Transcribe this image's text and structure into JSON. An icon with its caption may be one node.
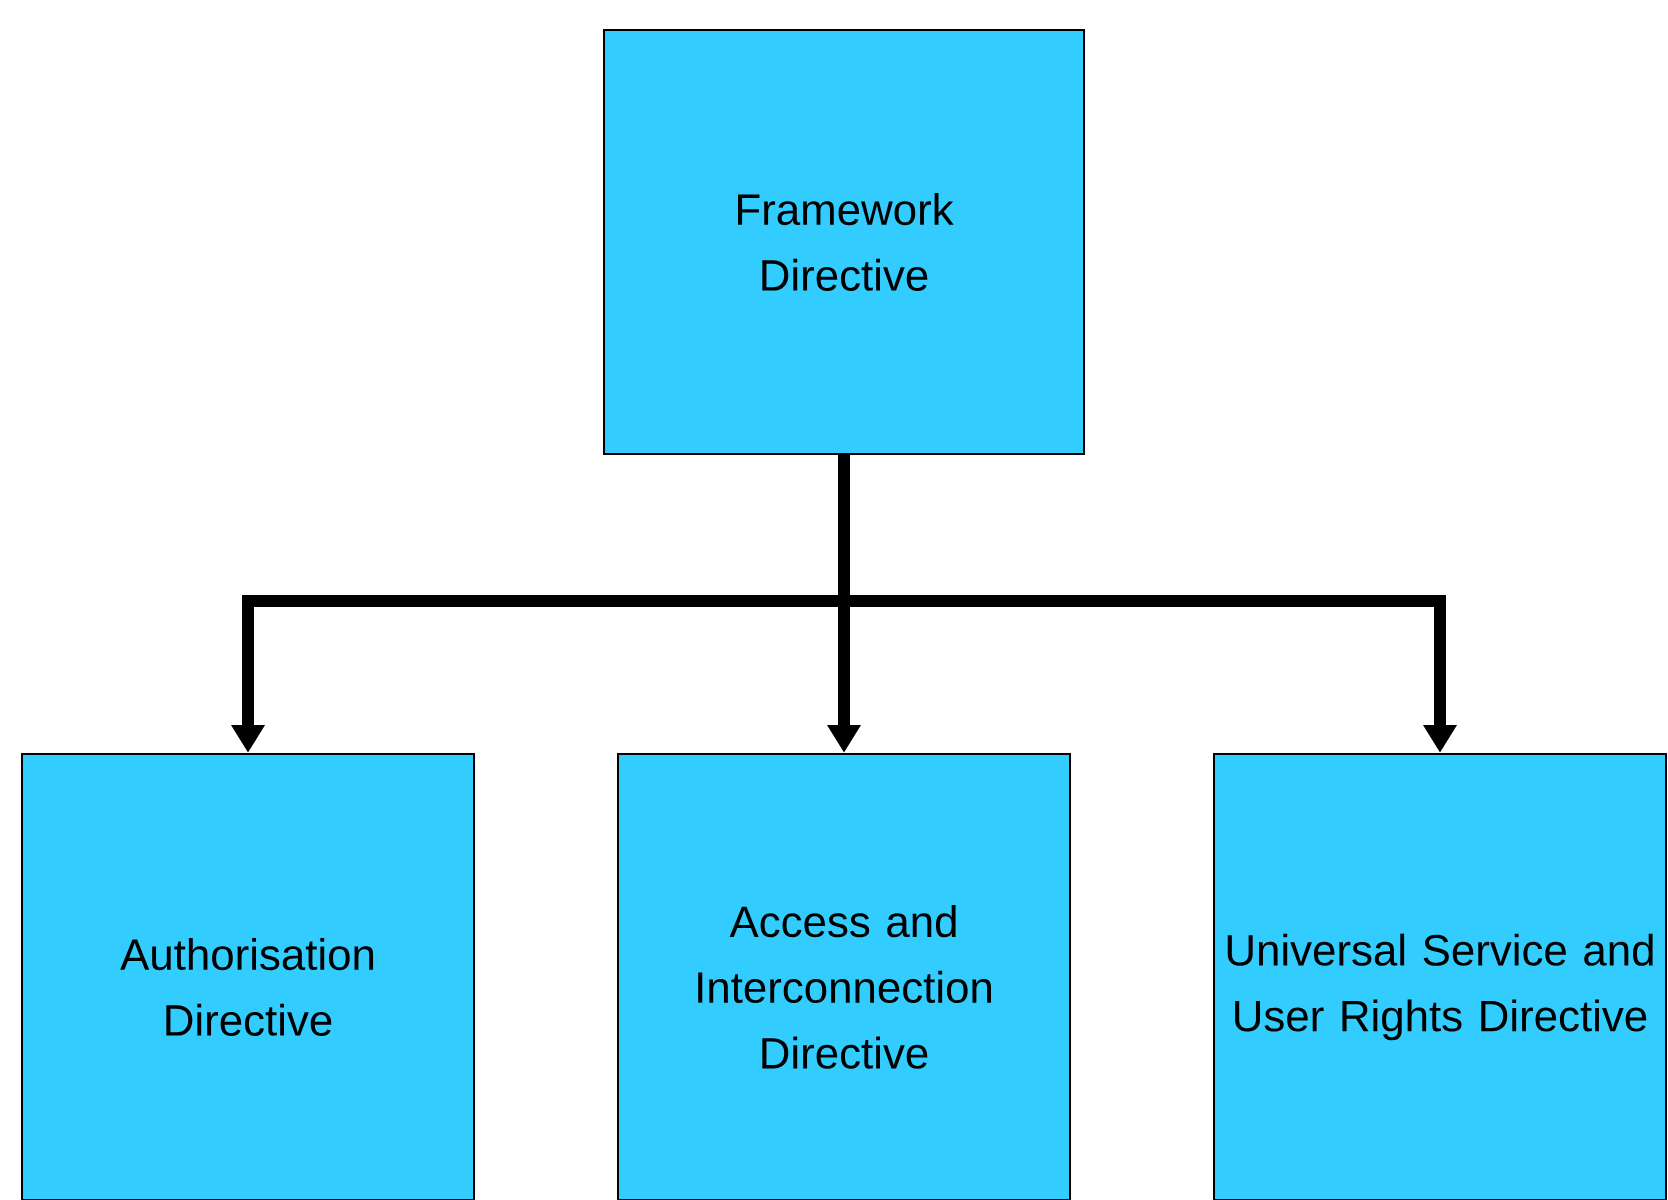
{
  "diagram": {
    "nodes": [
      {
        "text": [
          "Framework Directive"
        ]
      },
      {
        "text": [
          "Authorisation Directive"
        ]
      },
      {
        "text": [
          "Access and Interconnection Directive"
        ]
      },
      {
        "text": [
          "Universal Service and User Rights Directive"
        ]
      }
    ],
    "edges": [
      {
        "from": 0,
        "to": 1,
        "arrow": "to"
      },
      {
        "from": 0,
        "to": 2,
        "arrow": "to"
      },
      {
        "from": 0,
        "to": 3,
        "arrow": "to"
      }
    ]
  }
}
